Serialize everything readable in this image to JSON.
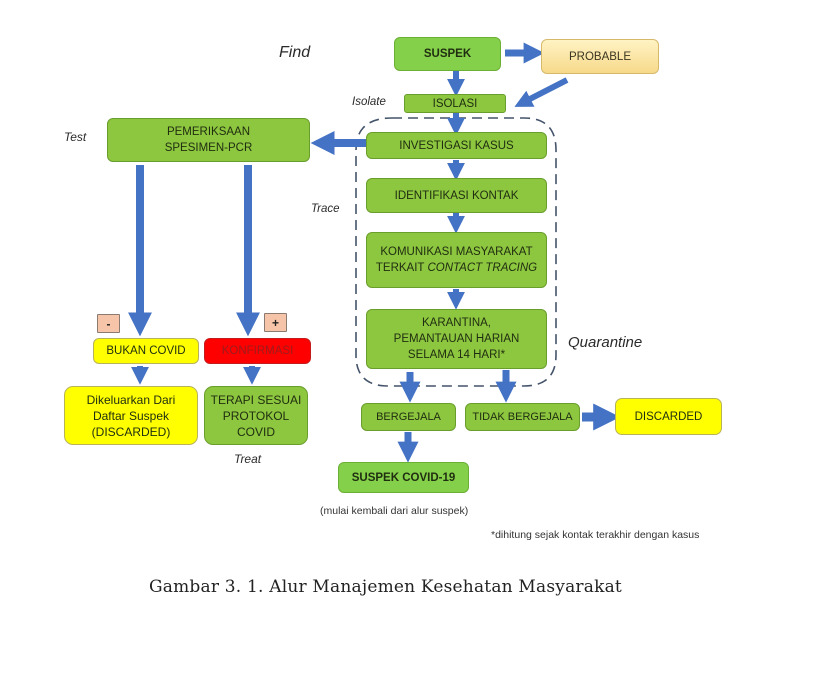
{
  "diagram": {
    "stage_labels": {
      "find": "Find",
      "isolate": "Isolate",
      "test": "Test",
      "trace": "Trace",
      "quarantine": "Quarantine",
      "treat": "Treat"
    },
    "nodes": {
      "suspek": "SUSPEK",
      "probable": "PROBABLE",
      "isolasi": "ISOLASI",
      "pemeriksaan_line1": "PEMERIKSAAN",
      "pemeriksaan_line2": "SPESIMEN-PCR",
      "investigasi": "INVESTIGASI KASUS",
      "identifikasi": "IDENTIFIKASI KONTAK",
      "komunikasi_line1": "KOMUNIKASI MASYARAKAT",
      "komunikasi_line2_prefix": "TERKAIT ",
      "komunikasi_line2_italic": "CONTACT TRACING",
      "karantina_line1": "KARANTINA,",
      "karantina_line2": "PEMANTAUAN HARIAN",
      "karantina_line3": "SELAMA 14 HARI*",
      "negative_sign": "-",
      "positive_sign": "+",
      "bukan_covid": "BUKAN COVID",
      "konfirmasi": "KONFIRMASI",
      "dikeluarkan_line1": "Dikeluarkan Dari",
      "dikeluarkan_line2": "Daftar Suspek",
      "dikeluarkan_line3": "(DISCARDED)",
      "terapi_line1": "TERAPI SESUAI",
      "terapi_line2": "PROTOKOL",
      "terapi_line3": "COVID",
      "bergejala": "BERGEJALA",
      "tidak_bergejala": "TIDAK BERGEJALA",
      "discarded": "DISCARDED",
      "suspek_covid": "SUSPEK COVID-19"
    },
    "notes": {
      "restart": "(mulai kembali dari alur suspek)",
      "footnote": "*dihitung sejak kontak terakhir dengan kasus"
    },
    "colors": {
      "arrow": "#4472c4",
      "dashed_border": "#44546a",
      "green": "#8dc63f",
      "yellow": "#ffff00",
      "red": "#ff0000",
      "probable": "#fbe5a5"
    }
  },
  "caption": "Gambar 3. 1. Alur Manajemen Kesehatan Masyarakat"
}
